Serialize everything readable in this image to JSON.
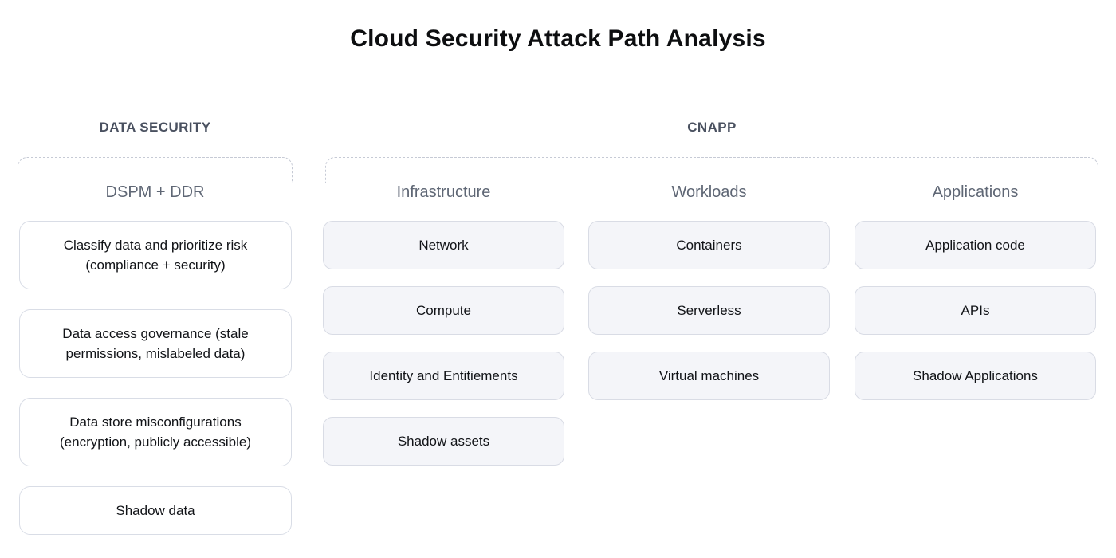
{
  "title": "Cloud Security Attack Path Analysis",
  "colors": {
    "section_header": "#4a5160",
    "subheader": "#5f6775",
    "box_text": "#111317",
    "left_box_bg": "#ffffff",
    "cnapp_box_bg": "#f4f5f9",
    "box_border": "#d9dce5",
    "dashed_border": "#c6cad5"
  },
  "data_security": {
    "header": "DATA SECURITY",
    "group_label": "DSPM + DDR",
    "items": [
      {
        "label": "Classify data and prioritize risk (compliance + security)"
      },
      {
        "label": "Data access governance (stale permissions, mislabeled data)"
      },
      {
        "label": "Data store misconfigurations (encryption, publicly accessible)"
      },
      {
        "label": "Shadow data"
      }
    ]
  },
  "cnapp": {
    "header": "CNAPP",
    "columns": [
      {
        "label": "Infrastructure",
        "items": [
          {
            "label": "Network"
          },
          {
            "label": "Compute"
          },
          {
            "label": "Identity and Entitiements"
          },
          {
            "label": "Shadow assets"
          }
        ]
      },
      {
        "label": "Workloads",
        "items": [
          {
            "label": "Containers"
          },
          {
            "label": "Serverless"
          },
          {
            "label": "Virtual machines"
          }
        ]
      },
      {
        "label": "Applications",
        "items": [
          {
            "label": "Application code"
          },
          {
            "label": "APIs"
          },
          {
            "label": "Shadow Applications"
          }
        ]
      }
    ]
  }
}
